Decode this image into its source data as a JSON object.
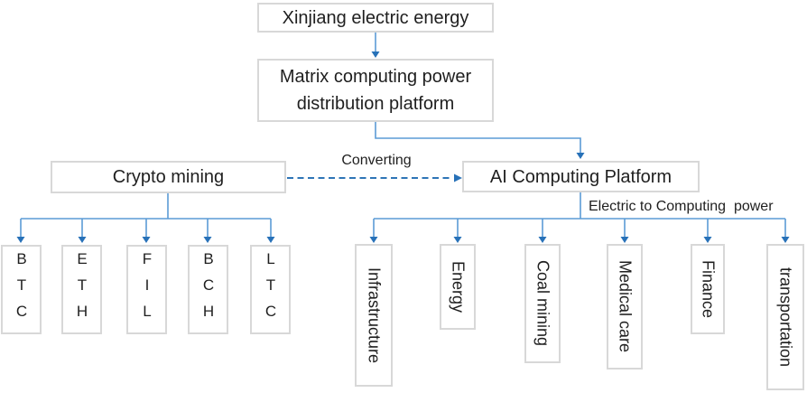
{
  "diagram": {
    "nodes": {
      "root": "Xinjiang electric energy",
      "platform": "Matrix computing power distribution platform",
      "crypto": "Crypto mining",
      "ai": "AI Computing Platform"
    },
    "edge_labels": {
      "converting": "Converting",
      "electric": "Electric to Computing  power"
    },
    "crypto_children": [
      "BTC",
      "ETH",
      "FIL",
      "BCH",
      "LTC"
    ],
    "ai_children": [
      "Infrastructure",
      "Energy",
      "Coal mining",
      "Medical care",
      "Finance",
      "transportation"
    ],
    "colors": {
      "line": "#5B9BD5",
      "dashed": "#2E75B6",
      "arrowhead": "#2771B8",
      "border": "#D8D8D8",
      "text": "#1f1f1f",
      "background": "#ffffff"
    }
  }
}
